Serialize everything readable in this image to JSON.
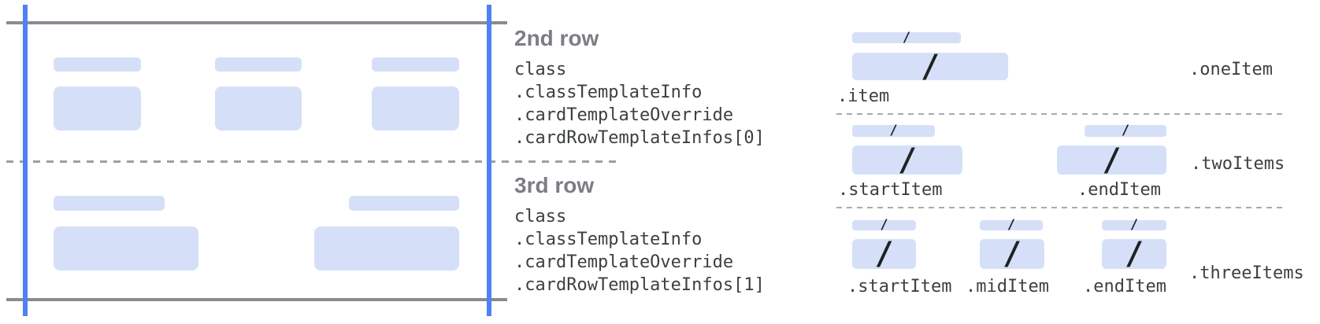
{
  "colors": {
    "bar_fill": "#d5e0f8",
    "guide_blue": "#4d82f3",
    "frame_gray": "#878c91",
    "dash_gray": "#9aa0a6",
    "heading_gray": "#7b7e83",
    "code_text": "#3c4043",
    "slash_color": "#202124"
  },
  "rows": {
    "row2": {
      "heading": "2nd row",
      "code": [
        "class",
        ".classTemplateInfo",
        ".cardTemplateOverride",
        ".cardRowTemplateInfos[0]"
      ]
    },
    "row3": {
      "heading": "3rd row",
      "code": [
        "class",
        ".classTemplateInfo",
        ".cardTemplateOverride",
        ".cardRowTemplateInfos[1]"
      ]
    }
  },
  "templates": {
    "one_item": {
      "label": ".oneItem",
      "items": [
        ".item"
      ]
    },
    "two_items": {
      "label": ".twoItems",
      "items": [
        ".startItem",
        ".endItem"
      ]
    },
    "three_items": {
      "label": ".threeItems",
      "items": [
        ".startItem",
        ".midItem",
        ".endItem"
      ]
    }
  },
  "icons": {
    "slash": "/"
  }
}
